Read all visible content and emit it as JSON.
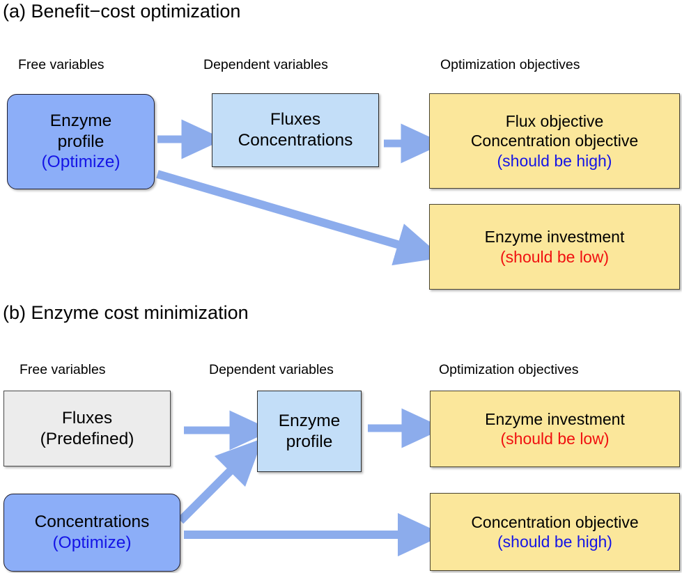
{
  "figure": {
    "panels": [
      {
        "key": "a",
        "title": "(a) Benefit−cost optimization",
        "headers": {
          "free": "Free variables",
          "dependent": "Dependent variables",
          "objectives": "Optimization objectives"
        },
        "nodes": {
          "enzyme_profile": {
            "line1": "Enzyme",
            "line2": "profile",
            "line3": "(Optimize)",
            "fill": "#8CAEF8",
            "accent": "#1414E6"
          },
          "fluxes_concentrations": {
            "line1": "Fluxes",
            "line2": "Concentrations",
            "fill": "#C3DEF8"
          },
          "objective_high": {
            "line1": "Flux objective",
            "line2": "Concentration objective",
            "line3": "(should be high)",
            "fill": "#FBE79B",
            "accent": "#1414E6"
          },
          "objective_low": {
            "line1": "Enzyme investment",
            "line2": "(should be low)",
            "fill": "#FBE79B",
            "accent": "#F01010"
          }
        },
        "arrows": [
          {
            "name": "enzyme-to-fluxes",
            "from": "enzyme_profile",
            "to": "fluxes_concentrations"
          },
          {
            "name": "fluxes-to-objective-high",
            "from": "fluxes_concentrations",
            "to": "objective_high"
          },
          {
            "name": "enzyme-to-objective-low",
            "from": "enzyme_profile",
            "to": "objective_low"
          }
        ]
      },
      {
        "key": "b",
        "title": "(b) Enzyme cost minimization",
        "headers": {
          "free": "Free variables",
          "dependent": "Dependent variables",
          "objectives": "Optimization objectives"
        },
        "nodes": {
          "fluxes_predefined": {
            "line1": "Fluxes",
            "line2": "(Predefined)",
            "fill": "#ECECEC"
          },
          "concentrations": {
            "line1": "Concentrations",
            "line2": "(Optimize)",
            "fill": "#8CAEF8",
            "accent": "#1414E6"
          },
          "enzyme_profile": {
            "line1": "Enzyme",
            "line2": "profile",
            "fill": "#C3DEF8"
          },
          "objective_low": {
            "line1": "Enzyme investment",
            "line2": "(should be low)",
            "fill": "#FBE79B",
            "accent": "#F01010"
          },
          "objective_high": {
            "line1": "Concentration objective",
            "line2": "(should be high)",
            "fill": "#FBE79B",
            "accent": "#1414E6"
          }
        },
        "arrows": [
          {
            "name": "fluxes-to-enzyme",
            "from": "fluxes_predefined",
            "to": "enzyme_profile"
          },
          {
            "name": "concentrations-to-enzyme",
            "from": "concentrations",
            "to": "enzyme_profile"
          },
          {
            "name": "enzyme-to-objective-low",
            "from": "enzyme_profile",
            "to": "objective_low"
          },
          {
            "name": "concentrations-to-objective-high",
            "from": "concentrations",
            "to": "objective_high"
          }
        ]
      }
    ],
    "colors": {
      "arrow": "#8CACEC",
      "blue_node": "#8CAEF8",
      "light_blue_node": "#C3DEF8",
      "gray_node": "#ECECEC",
      "yellow_node": "#FBE79B",
      "text_blue": "#1414E6",
      "text_red": "#F01010",
      "background": "#FFFFFF"
    }
  }
}
